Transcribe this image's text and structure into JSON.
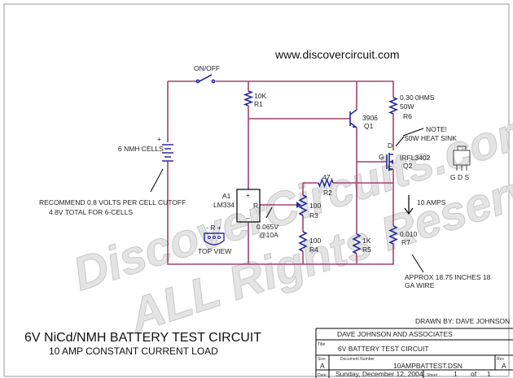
{
  "header": {
    "website": "www.discovercircuit.com"
  },
  "watermark": {
    "line1": "DiscoverCircuits.com",
    "line2": "ALL Rights Reserved"
  },
  "colors": {
    "wire": "#a2436e",
    "component": "#2a2a9a"
  },
  "components": {
    "switch": {
      "label": "ON/OFF"
    },
    "battery": {
      "label": "6 NMH CELLS",
      "plus": "+"
    },
    "r1": {
      "value": "10K",
      "ref": "R1"
    },
    "q1": {
      "value": "3906",
      "ref": "Q1"
    },
    "r6": {
      "value": "0.30 0HMS",
      "power": "50W",
      "ref": "R6"
    },
    "note": {
      "line1": "NOTE!",
      "line2": "50W HEAT SINK"
    },
    "q2": {
      "value": "IRFL3402",
      "ref": "Q2",
      "d": "D",
      "g": "G",
      "s": "S"
    },
    "gds": "G D S",
    "r2": {
      "value": "47",
      "ref": "R2"
    },
    "a1": {
      "ref": "A1",
      "value": "LM334",
      "plus": "+",
      "r": "R",
      "minus": "–"
    },
    "r3": {
      "value": "100",
      "ref": "R3"
    },
    "r4": {
      "value": "100",
      "ref": "R4"
    },
    "r5": {
      "value": "1K",
      "ref": "R5"
    },
    "r7": {
      "value": "0.010",
      "ref": "R7"
    },
    "vnote": {
      "line1": "0.065V",
      "line2": "@10A"
    },
    "current": "10 AMPS",
    "wire_note": {
      "line1": "APPROX 18.75 INCHES 18",
      "line2": "GA WIRE"
    },
    "cutoff": {
      "line1": "RECOMMEND 0.8 VOLTS PER CELL CUTOFF",
      "line2": "4.8V TOTAL FOR 6-CELLS"
    },
    "package": {
      "pins": "- R +",
      "label": "TOP VIEW"
    }
  },
  "title": {
    "main": "6V NiCd/NMH BATTERY TEST CIRCUIT",
    "sub": "10 AMP CONSTANT CURRENT LOAD"
  },
  "title_block": {
    "drawn_by": "DRAWN BY:  DAVE JOHNSON",
    "company": "DAVE JOHNSON AND ASSOCIATES",
    "title_label": "Title",
    "title": "6V BATTERY TEST CIRCUIT",
    "size_label": "Size",
    "size": "A",
    "doc_label": "Document Number",
    "doc": "10AMPBATTEST.DSN",
    "rev_label": "Rev",
    "rev": "A",
    "date_label": "Date:",
    "date": "Sunday, December 12, 2004",
    "sheet_label": "Sheet",
    "sheet": "1",
    "of_label": "of",
    "sheets": "1"
  }
}
